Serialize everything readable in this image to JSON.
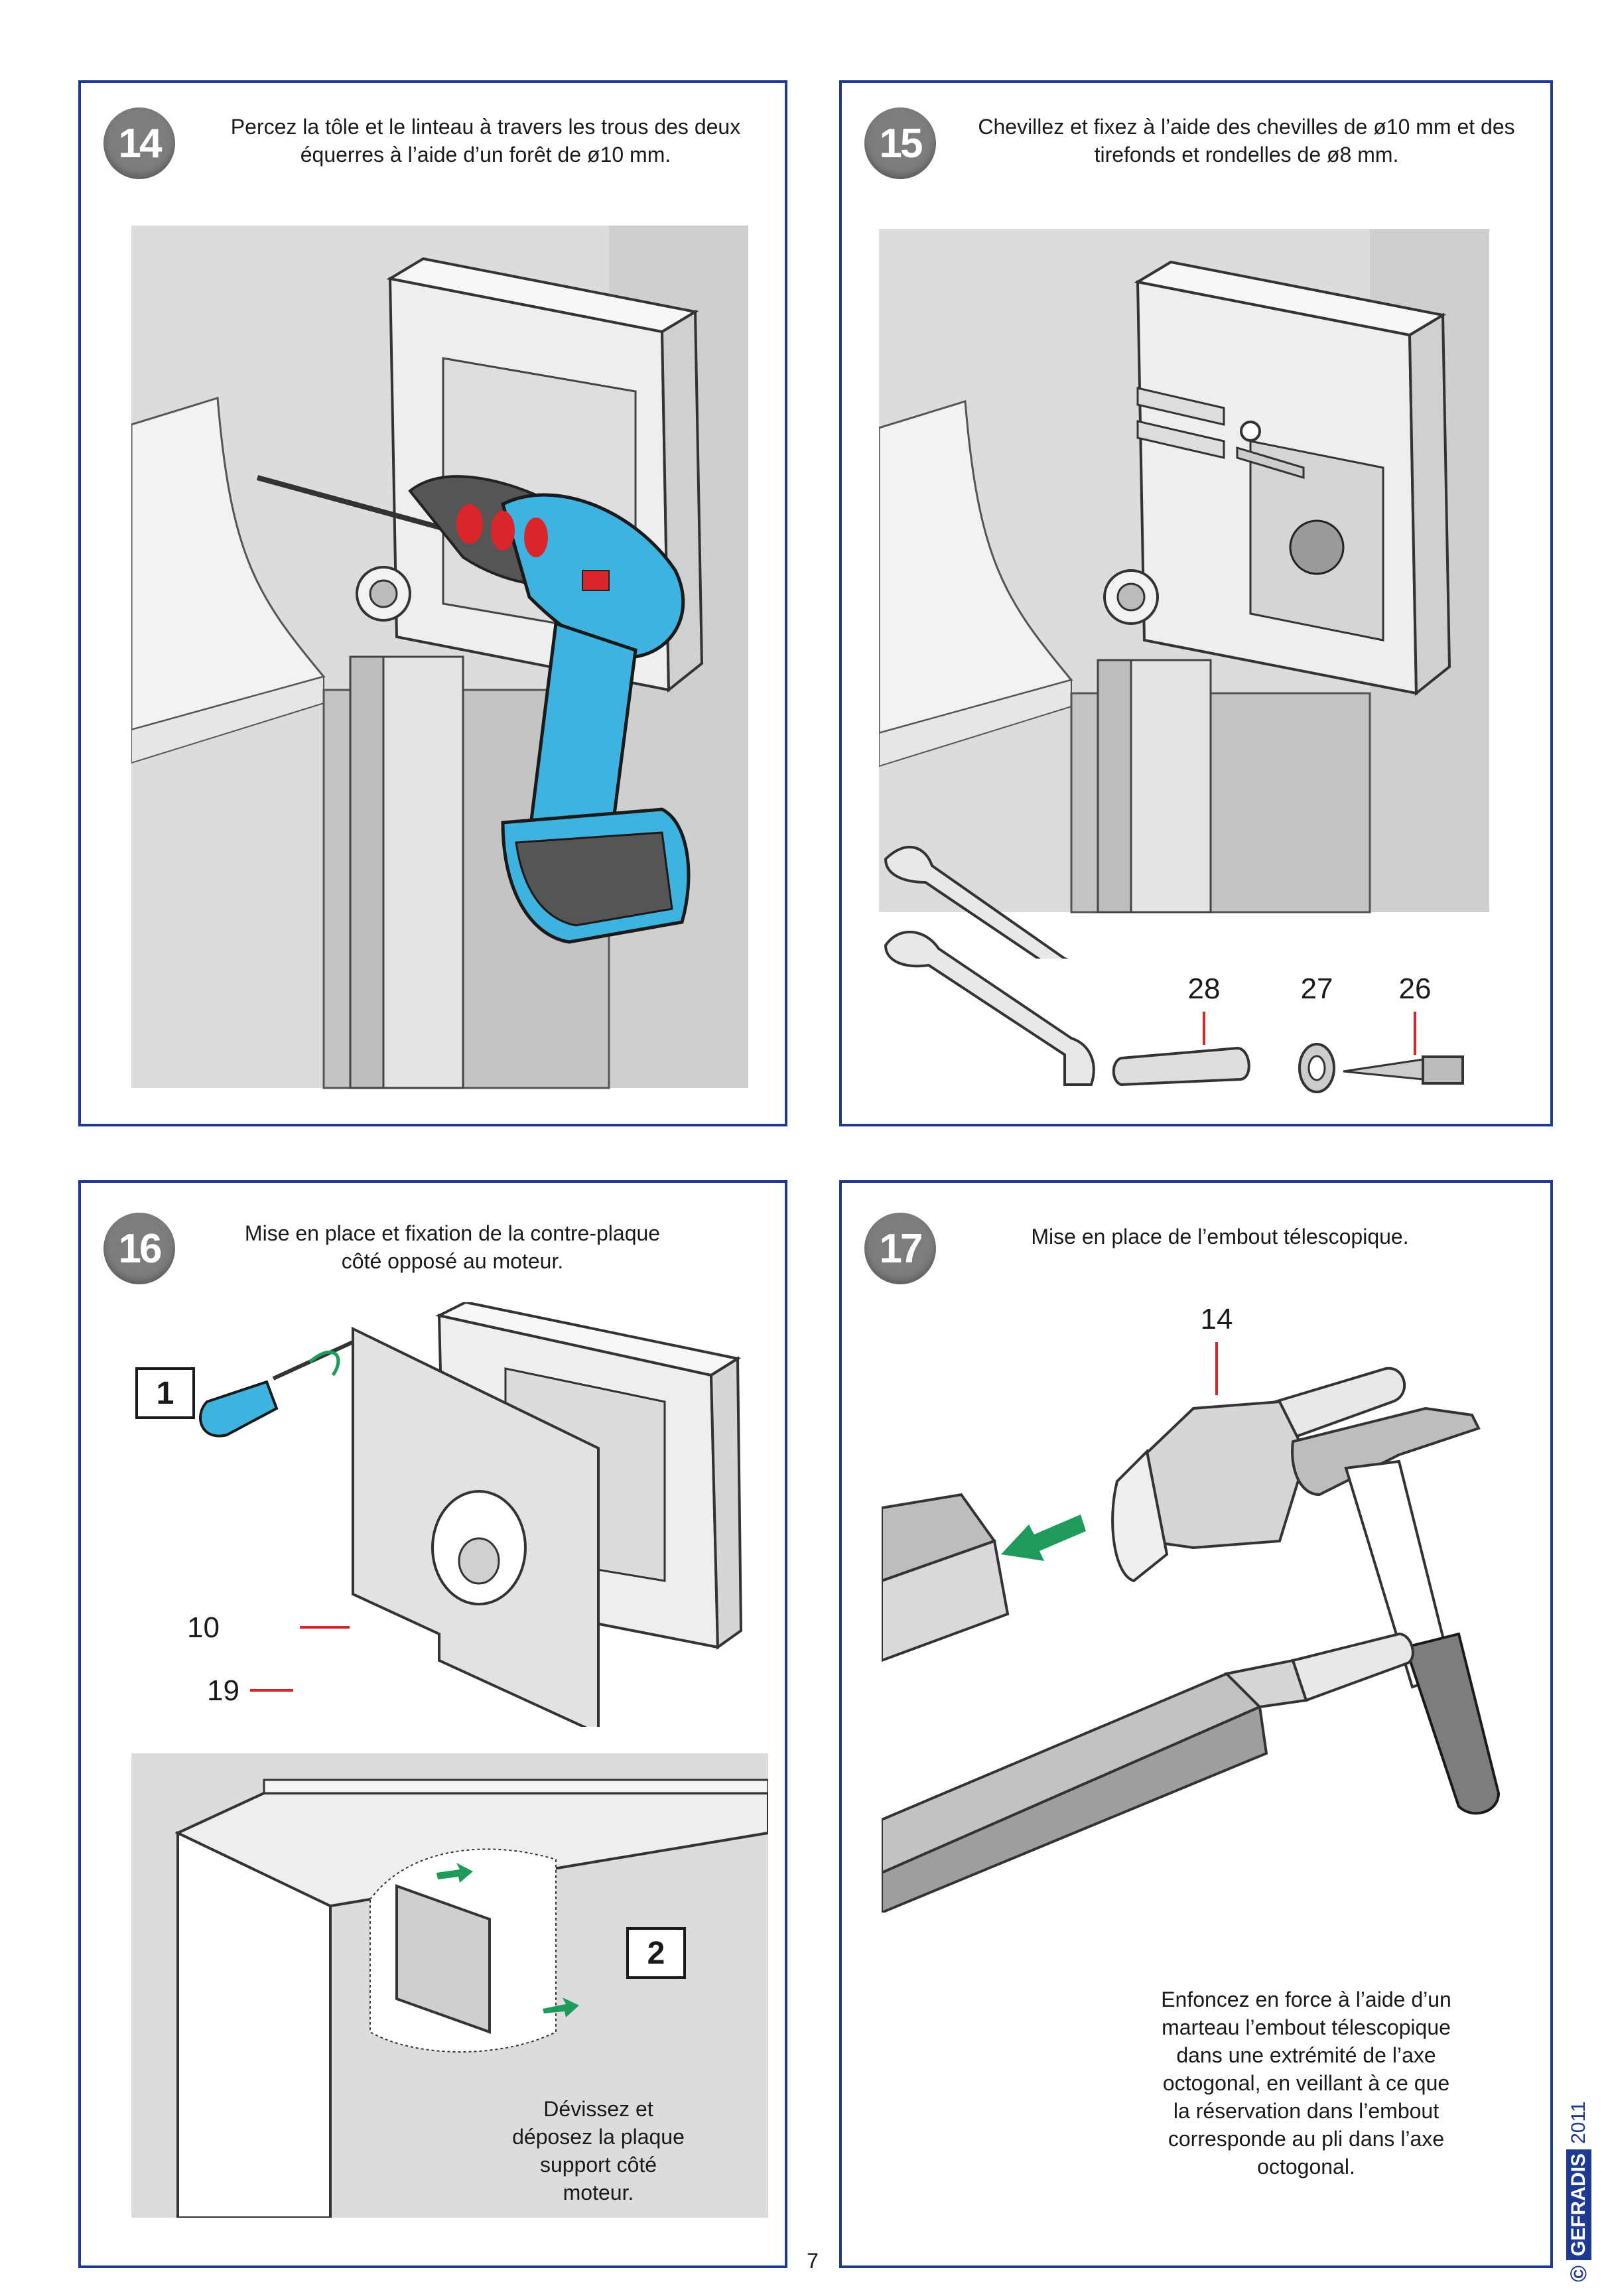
{
  "steps": [
    {
      "number": "14",
      "caption": "Percez la tôle et le linteau à travers les trous des deux équerres à l’aide d’un forêt de ø10 mm."
    },
    {
      "number": "15",
      "caption": "Chevillez et fixez à l’aide des chevilles de ø10 mm et des tirefonds et rondelles de ø8 mm."
    },
    {
      "number": "16",
      "caption": "Mise en place et fixation de la contre-plaque côté opposé au moteur."
    },
    {
      "number": "17",
      "caption": "Mise en place de l’embout télescopique."
    }
  ],
  "step15_parts": {
    "dowel": "28",
    "washer": "27",
    "screw": "26"
  },
  "step16": {
    "sub1_label": "1",
    "sub2_label": "2",
    "plate_ref": "10",
    "screw_ref": "19",
    "note": "Dévissez et déposez la plaque support côté moteur."
  },
  "step17": {
    "endcap_ref": "14",
    "note": "Enfoncez en force à l’aide d’un marteau l’embout télescopique dans une extrémité de l’axe octogonal, en veillant à ce que la réservation dans l’embout corresponde au pli dans l’axe octogonal."
  },
  "page_number": "7",
  "brand": {
    "copyright": "©",
    "name": "GEFRADIS",
    "year": "2011"
  },
  "colors": {
    "frame_blue": "#1f3a93",
    "badge_gray": "#7d7d7d",
    "drill_blue": "#3fb3e0",
    "arrow_green": "#1e9b5a",
    "callout_red": "#d9262b"
  }
}
